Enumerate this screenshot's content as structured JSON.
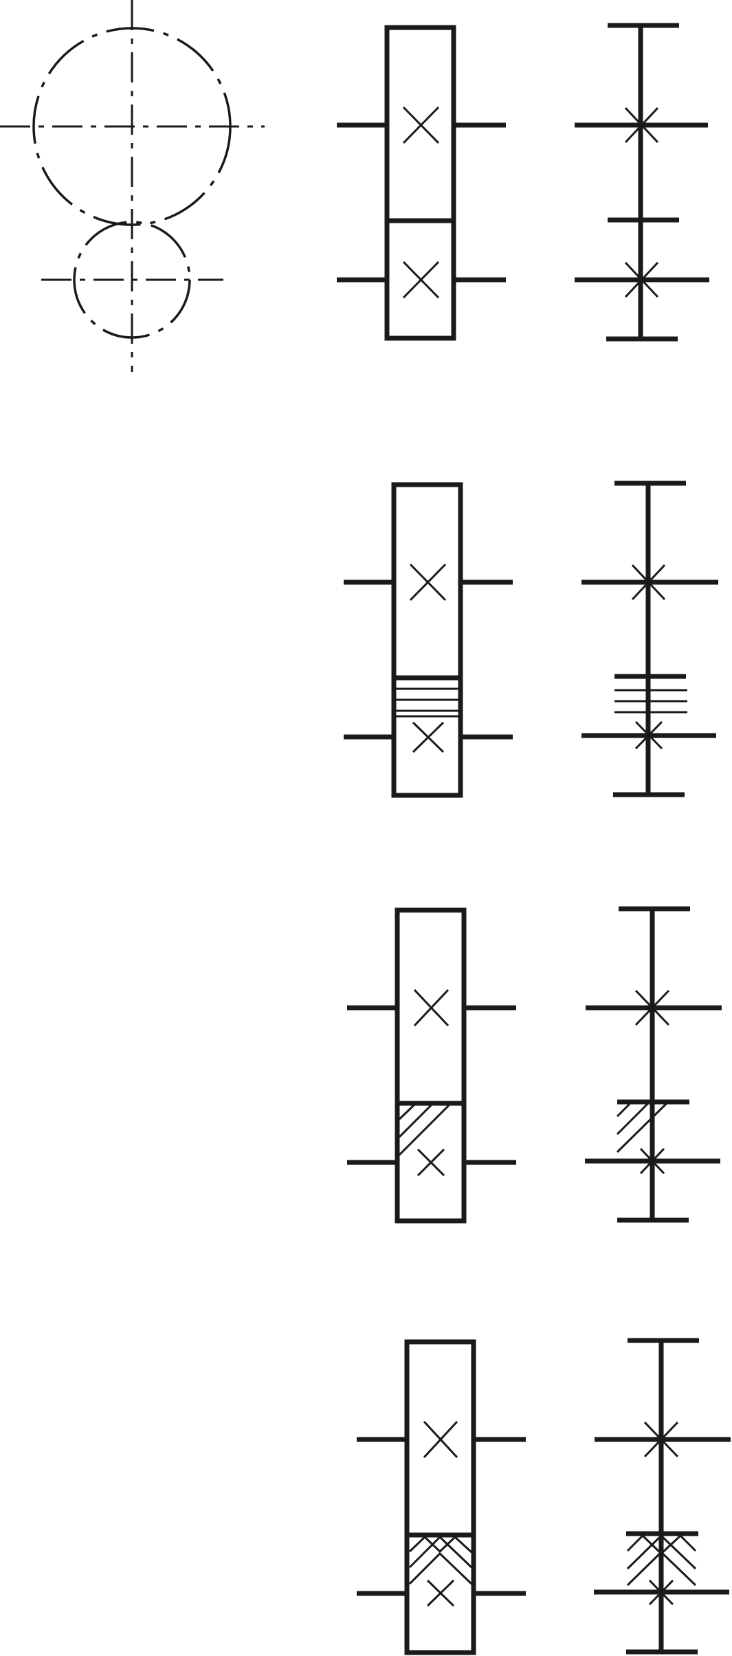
{
  "diagram": {
    "type": "gear-drive-symbols",
    "text": []
  },
  "colors": {
    "ink": "#1a1a1a",
    "background": "#ffffff"
  },
  "panels": [
    {
      "name": "spur-gear-pair",
      "side_view": "dash-dot-pitch-circles",
      "teeth_marking": "none"
    },
    {
      "name": "spur-gear-straight-teeth",
      "teeth_marking": "horizontal-lines"
    },
    {
      "name": "helical-gear",
      "teeth_marking": "diagonal-hatching"
    },
    {
      "name": "herringbone-gear",
      "teeth_marking": "chevron-hatching"
    }
  ]
}
